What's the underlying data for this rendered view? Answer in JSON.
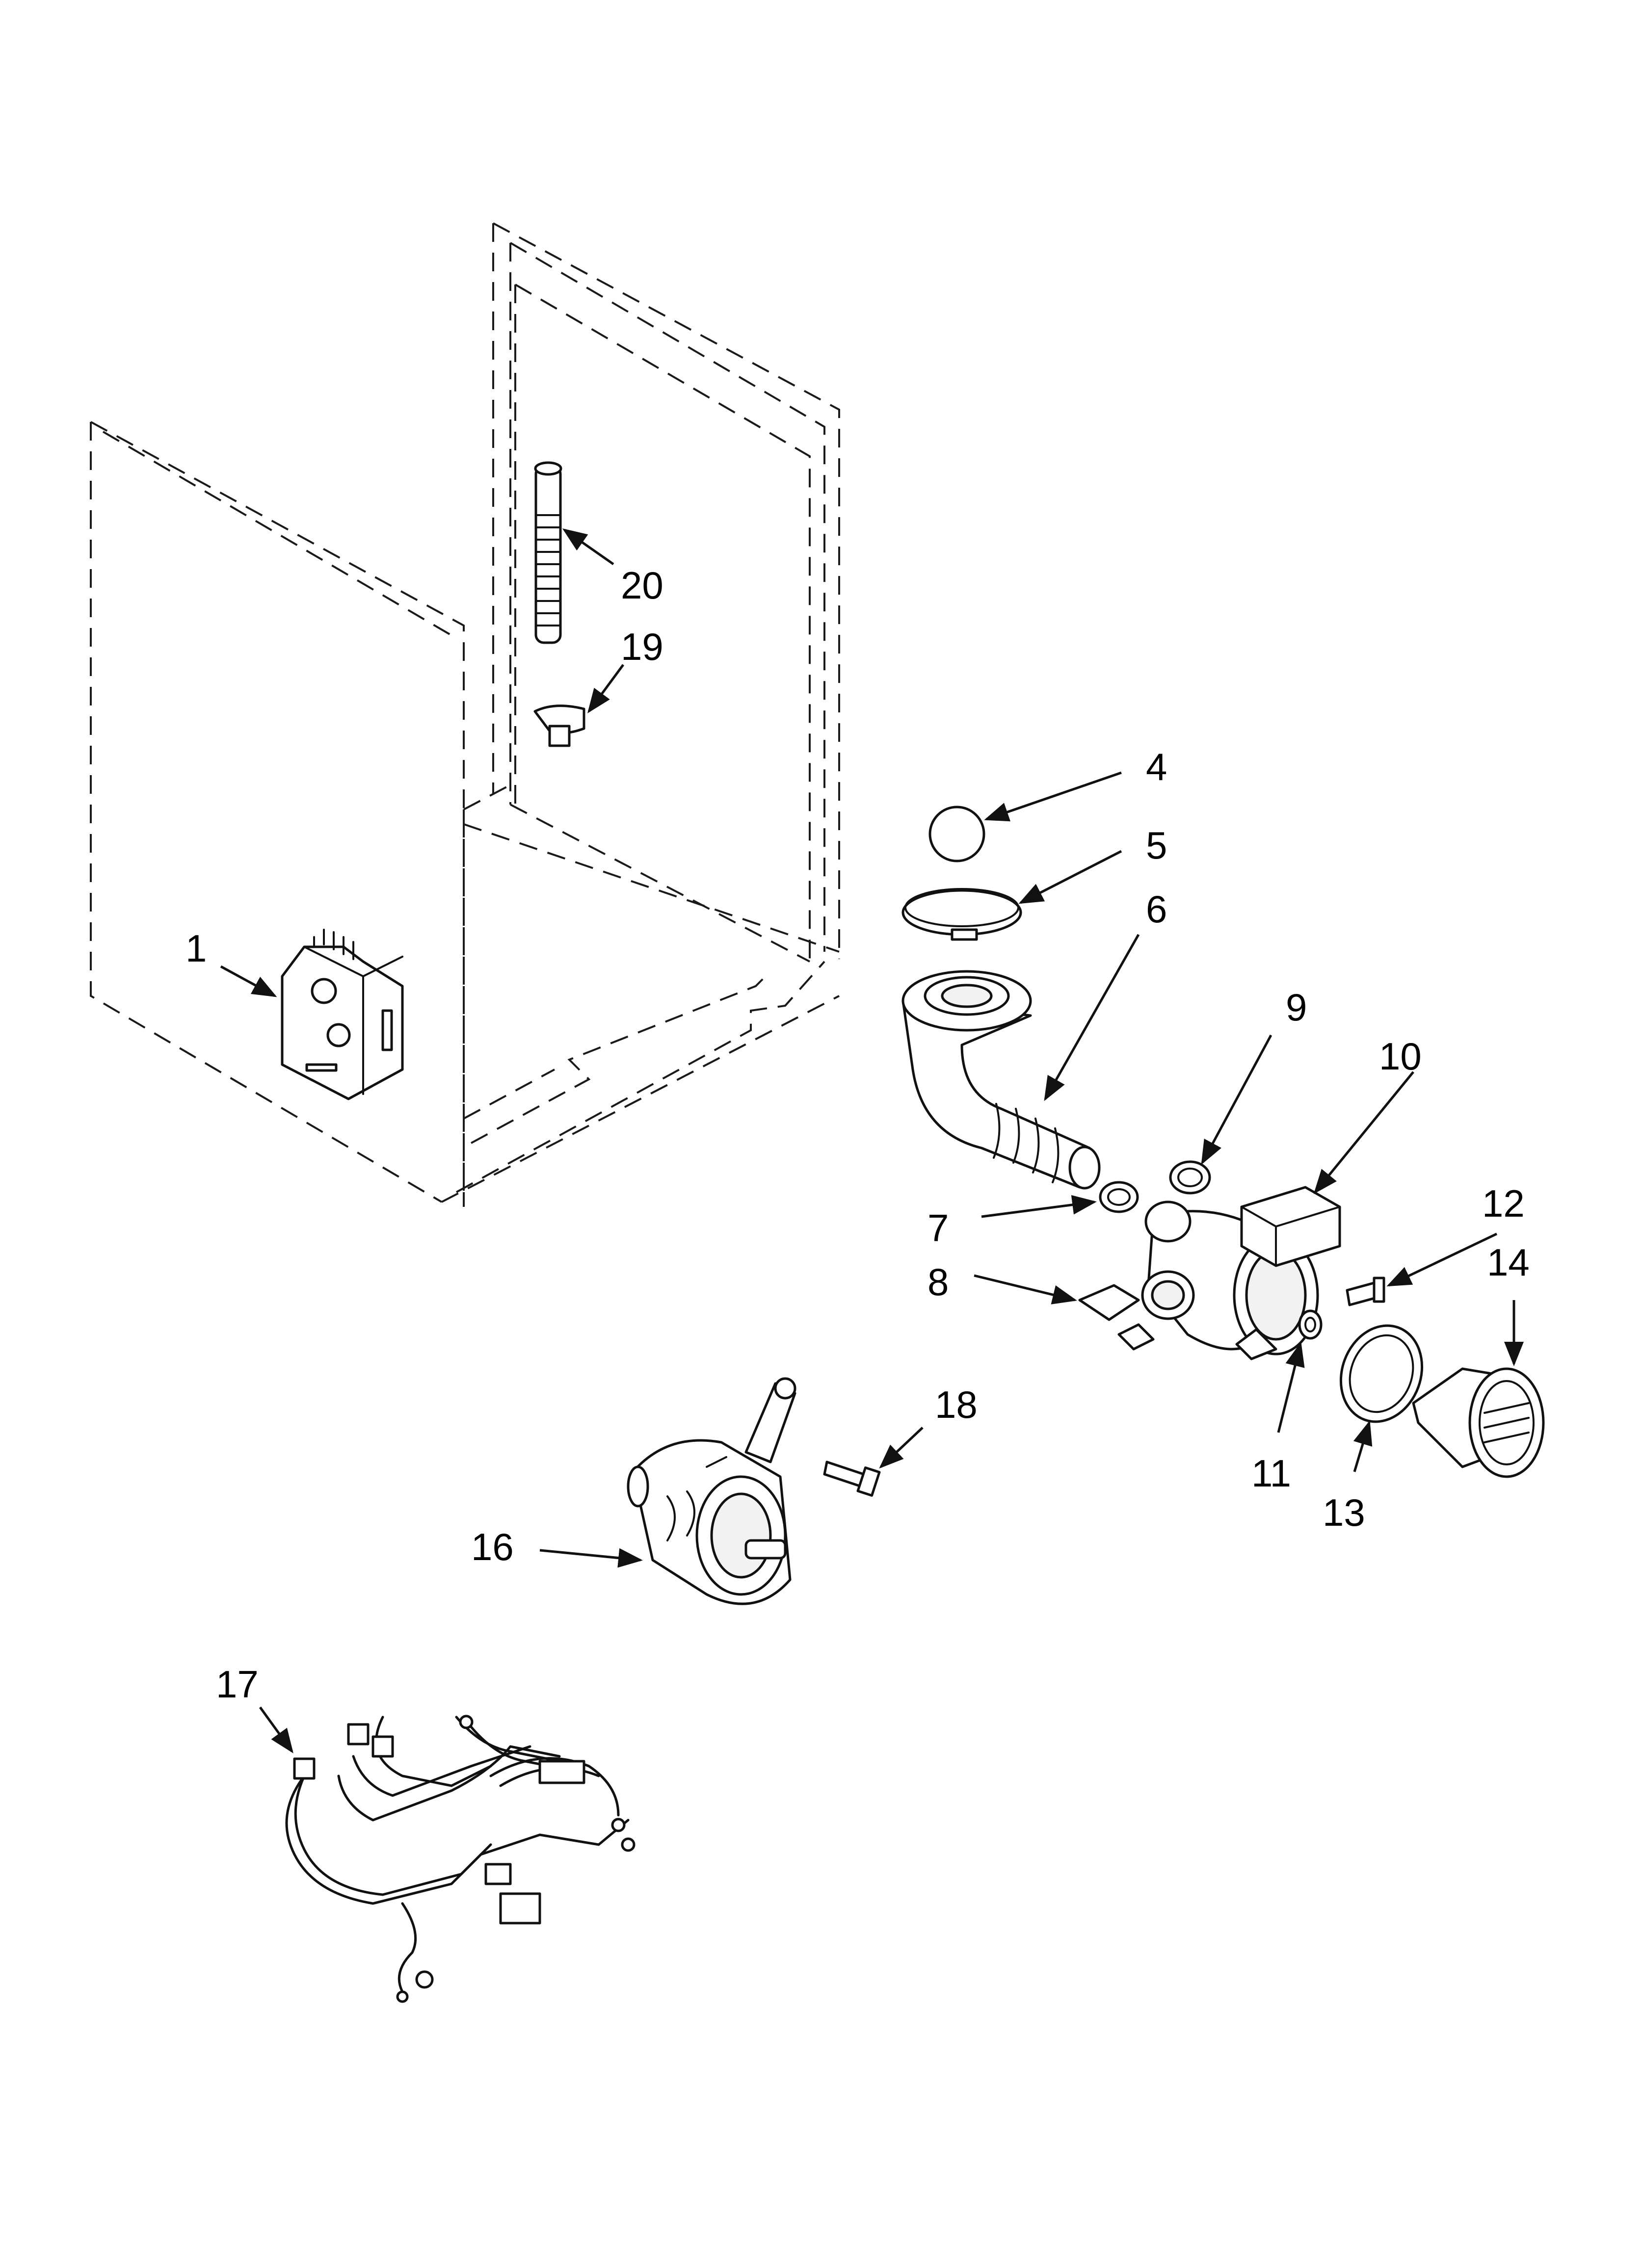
{
  "callouts": [
    {
      "id": "c1",
      "label": "1"
    },
    {
      "id": "c4",
      "label": "4"
    },
    {
      "id": "c5",
      "label": "5"
    },
    {
      "id": "c6",
      "label": "6"
    },
    {
      "id": "c7",
      "label": "7"
    },
    {
      "id": "c8",
      "label": "8"
    },
    {
      "id": "c9",
      "label": "9"
    },
    {
      "id": "c10",
      "label": "10"
    },
    {
      "id": "c11",
      "label": "11"
    },
    {
      "id": "c12",
      "label": "12"
    },
    {
      "id": "c13",
      "label": "13"
    },
    {
      "id": "c14",
      "label": "14"
    },
    {
      "id": "c16",
      "label": "16"
    },
    {
      "id": "c17",
      "label": "17"
    },
    {
      "id": "c18",
      "label": "18"
    },
    {
      "id": "c19",
      "label": "19"
    },
    {
      "id": "c20",
      "label": "20"
    }
  ]
}
